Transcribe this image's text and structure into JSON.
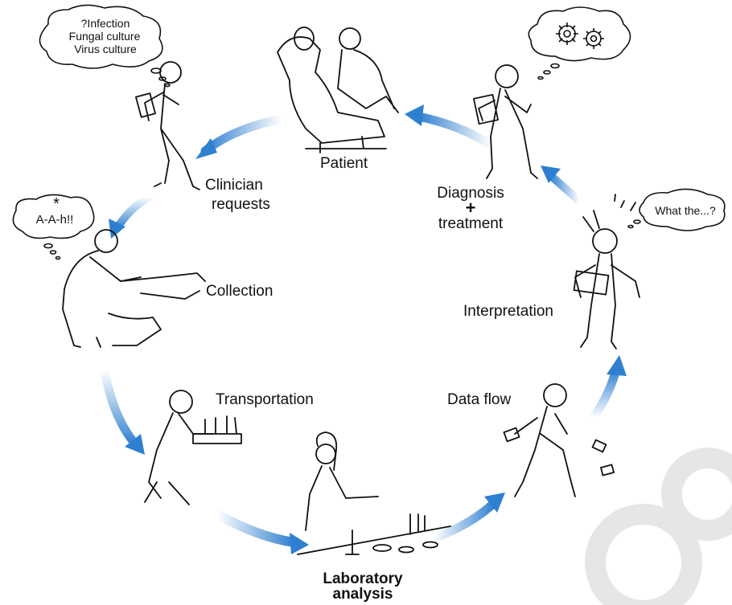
{
  "colors": {
    "arrow": "#2f7fd0",
    "ink": "#111111",
    "watermark": "#e3e3e3"
  },
  "labels": {
    "patient": "Patient",
    "clinician_line1": "Clinician",
    "clinician_line2": "requests",
    "collection": "Collection",
    "transportation": "Transportation",
    "lab_line1": "Laboratory",
    "lab_line2": "analysis",
    "data_flow": "Data flow",
    "interpretation": "Interpretation",
    "diagnosis_line1": "Diagnosis",
    "diagnosis_plus": "+",
    "diagnosis_line2": "treatment"
  },
  "bubbles": {
    "clinician_line1": "?Infection",
    "clinician_line2": "Fungal culture",
    "clinician_line3": "Virus culture",
    "patient_star": "*",
    "patient_cry": "A-A-h!!",
    "interpret": "What the...?"
  },
  "icons": [
    "gear-icon",
    "gear-icon"
  ]
}
